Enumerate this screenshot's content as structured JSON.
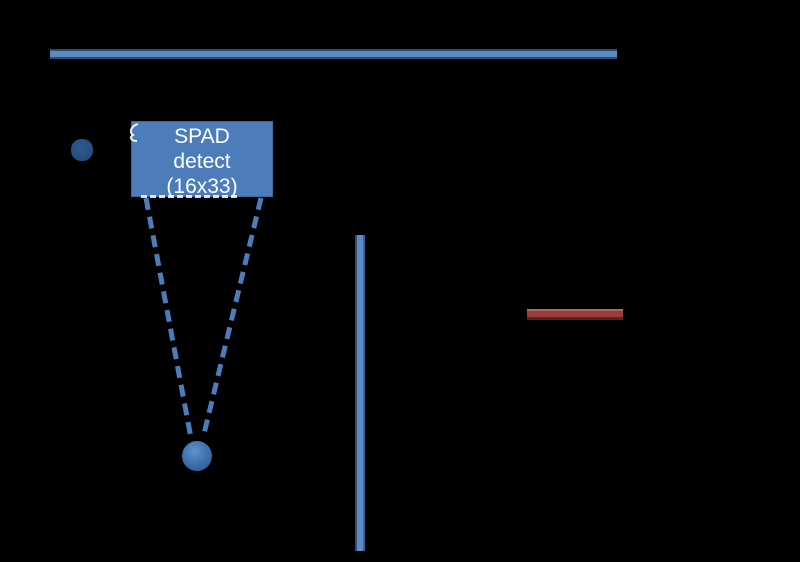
{
  "palette": {
    "bg": "#000000",
    "blue_fill": "#4C7DBA",
    "blue_light": "#5E8AC3",
    "blue_mid": "#3A618F",
    "blue_edge": "#2C4D7C",
    "blue_border": "#3D699F",
    "sphere_light": "#5F92CB",
    "sphere_mid": "#3A6EA9",
    "sphere_dark": "#2A5285",
    "dot_mid": "#2E5A8F",
    "dot_dark": "#24497A",
    "red_fill": "#9A3C39",
    "red_light": "#B56360",
    "red_dark": "#5F1F1D",
    "text_white": "#FFFFFF"
  },
  "detector_box": {
    "line1": "SPAD",
    "line2": "detect",
    "line3": "(16x33)"
  }
}
